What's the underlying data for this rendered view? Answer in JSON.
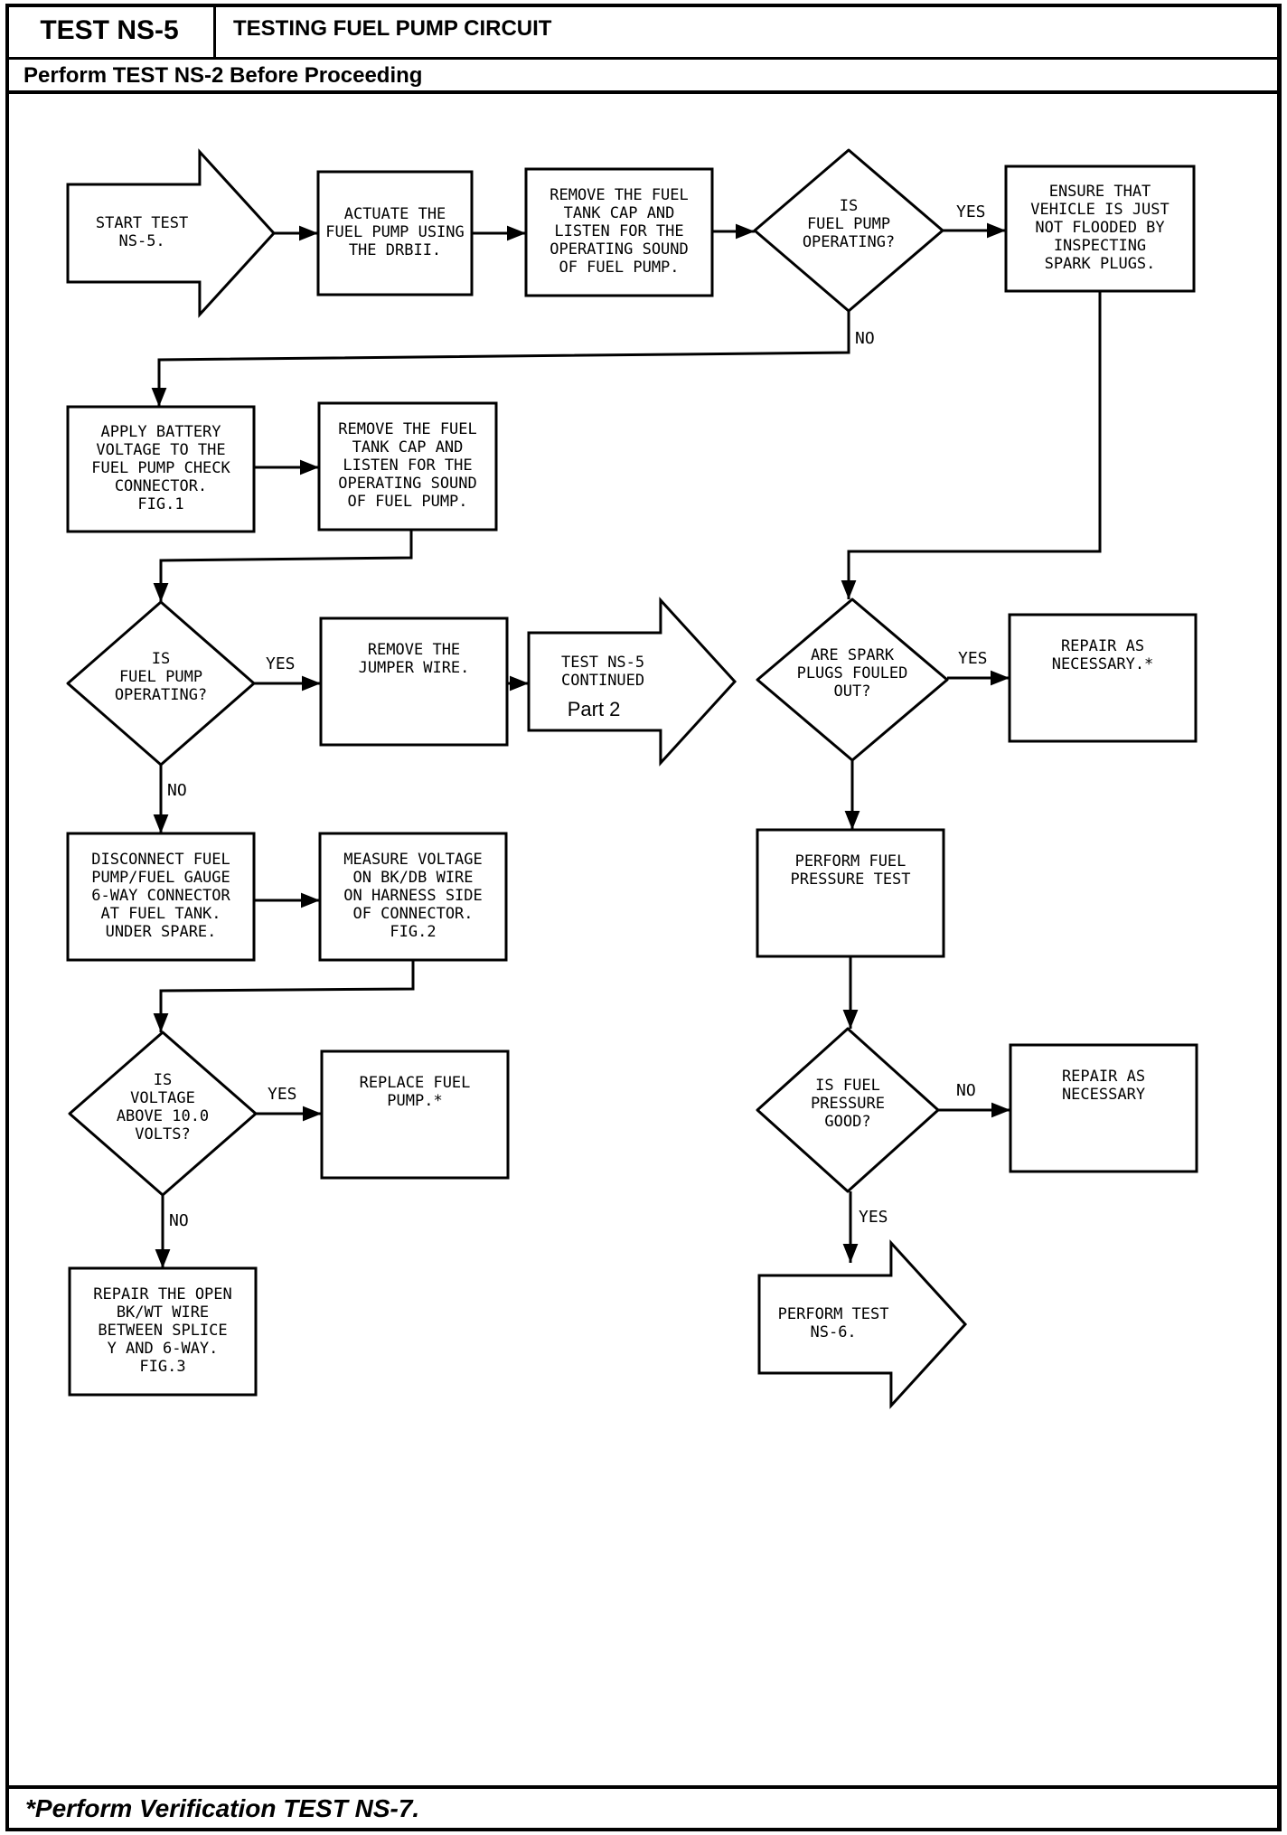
{
  "header": {
    "test_id": "TEST NS-5",
    "title": "TESTING FUEL PUMP CIRCUIT",
    "prerequisite": "Perform TEST NS-2 Before Proceeding"
  },
  "footer": {
    "note": "*Perform Verification TEST NS-7."
  },
  "flowchart": {
    "nodes": [
      {
        "id": "start",
        "type": "arrow",
        "lines": [
          "START TEST",
          "NS-5."
        ]
      },
      {
        "id": "actuate",
        "type": "process",
        "lines": [
          "ACTUATE THE",
          "FUEL PUMP USING",
          "THE DRBII."
        ]
      },
      {
        "id": "listen1",
        "type": "process",
        "lines": [
          "REMOVE THE FUEL",
          "TANK CAP AND",
          "LISTEN FOR THE",
          "OPERATING SOUND",
          "OF FUEL PUMP."
        ]
      },
      {
        "id": "q_pump1",
        "type": "decision",
        "lines": [
          "IS",
          "FUEL PUMP",
          "OPERATING?"
        ]
      },
      {
        "id": "ensure",
        "type": "process",
        "lines": [
          "ENSURE THAT",
          "VEHICLE IS JUST",
          "NOT FLOODED BY",
          "INSPECTING",
          "SPARK PLUGS."
        ]
      },
      {
        "id": "apply_batt",
        "type": "process",
        "lines": [
          "APPLY BATTERY",
          "VOLTAGE TO THE",
          "FUEL PUMP CHECK",
          "CONNECTOR.",
          "FIG.1"
        ]
      },
      {
        "id": "listen2",
        "type": "process",
        "lines": [
          "REMOVE THE FUEL",
          "TANK CAP AND",
          "LISTEN FOR THE",
          "OPERATING SOUND",
          "OF FUEL PUMP."
        ]
      },
      {
        "id": "q_pump2",
        "type": "decision",
        "lines": [
          "IS",
          "FUEL PUMP",
          "OPERATING?"
        ]
      },
      {
        "id": "jumper",
        "type": "process",
        "lines": [
          "REMOVE THE",
          "JUMPER WIRE."
        ]
      },
      {
        "id": "cont",
        "type": "arrow",
        "lines": [
          "TEST NS-5",
          "CONTINUED"
        ],
        "sub": "Part 2"
      },
      {
        "id": "q_spark",
        "type": "decision",
        "lines": [
          "ARE SPARK",
          "PLUGS FOULED",
          "OUT?"
        ]
      },
      {
        "id": "repair_spark",
        "type": "process",
        "lines": [
          "REPAIR AS",
          "NECESSARY.*"
        ]
      },
      {
        "id": "disconnect",
        "type": "process",
        "lines": [
          "DISCONNECT FUEL",
          "PUMP/FUEL GAUGE",
          "6-WAY CONNECTOR",
          "AT FUEL TANK.",
          "UNDER SPARE."
        ]
      },
      {
        "id": "measure",
        "type": "process",
        "lines": [
          "MEASURE VOLTAGE",
          "ON BK/DB WIRE",
          "ON HARNESS SIDE",
          "OF CONNECTOR.",
          "FIG.2"
        ]
      },
      {
        "id": "pressure_test",
        "type": "process",
        "lines": [
          "PERFORM FUEL",
          "PRESSURE TEST"
        ]
      },
      {
        "id": "q_voltage",
        "type": "decision",
        "lines": [
          "IS",
          "VOLTAGE",
          "ABOVE 10.0",
          "VOLTS?"
        ]
      },
      {
        "id": "replace_pump",
        "type": "process",
        "lines": [
          "REPLACE FUEL",
          "PUMP.*"
        ]
      },
      {
        "id": "q_pressure",
        "type": "decision",
        "lines": [
          "IS FUEL",
          "PRESSURE",
          "GOOD?"
        ]
      },
      {
        "id": "repair_pressure",
        "type": "process",
        "lines": [
          "REPAIR AS",
          "NECESSARY"
        ]
      },
      {
        "id": "repair_open",
        "type": "process",
        "lines": [
          "REPAIR THE OPEN",
          "BK/WT WIRE",
          "BETWEEN SPLICE",
          "Y AND 6-WAY.",
          "FIG.3"
        ]
      },
      {
        "id": "ns6",
        "type": "arrow",
        "lines": [
          "PERFORM TEST",
          "NS-6."
        ]
      }
    ],
    "edges": [
      {
        "from": "start",
        "to": "actuate",
        "label": ""
      },
      {
        "from": "actuate",
        "to": "listen1",
        "label": ""
      },
      {
        "from": "listen1",
        "to": "q_pump1",
        "label": ""
      },
      {
        "from": "q_pump1",
        "to": "ensure",
        "label": "YES"
      },
      {
        "from": "q_pump1",
        "to": "apply_batt",
        "label": "NO"
      },
      {
        "from": "ensure",
        "to": "q_spark",
        "label": ""
      },
      {
        "from": "apply_batt",
        "to": "listen2",
        "label": ""
      },
      {
        "from": "listen2",
        "to": "q_pump2",
        "label": ""
      },
      {
        "from": "q_pump2",
        "to": "jumper",
        "label": "YES"
      },
      {
        "from": "q_pump2",
        "to": "disconnect",
        "label": "NO"
      },
      {
        "from": "jumper",
        "to": "cont",
        "label": ""
      },
      {
        "from": "q_spark",
        "to": "repair_spark",
        "label": "YES"
      },
      {
        "from": "q_spark",
        "to": "pressure_test",
        "label": ""
      },
      {
        "from": "disconnect",
        "to": "measure",
        "label": ""
      },
      {
        "from": "measure",
        "to": "q_voltage",
        "label": ""
      },
      {
        "from": "q_voltage",
        "to": "replace_pump",
        "label": "YES"
      },
      {
        "from": "q_voltage",
        "to": "repair_open",
        "label": "NO"
      },
      {
        "from": "pressure_test",
        "to": "q_pressure",
        "label": ""
      },
      {
        "from": "q_pressure",
        "to": "repair_pressure",
        "label": "NO"
      },
      {
        "from": "q_pressure",
        "to": "ns6",
        "label": "YES"
      }
    ]
  }
}
